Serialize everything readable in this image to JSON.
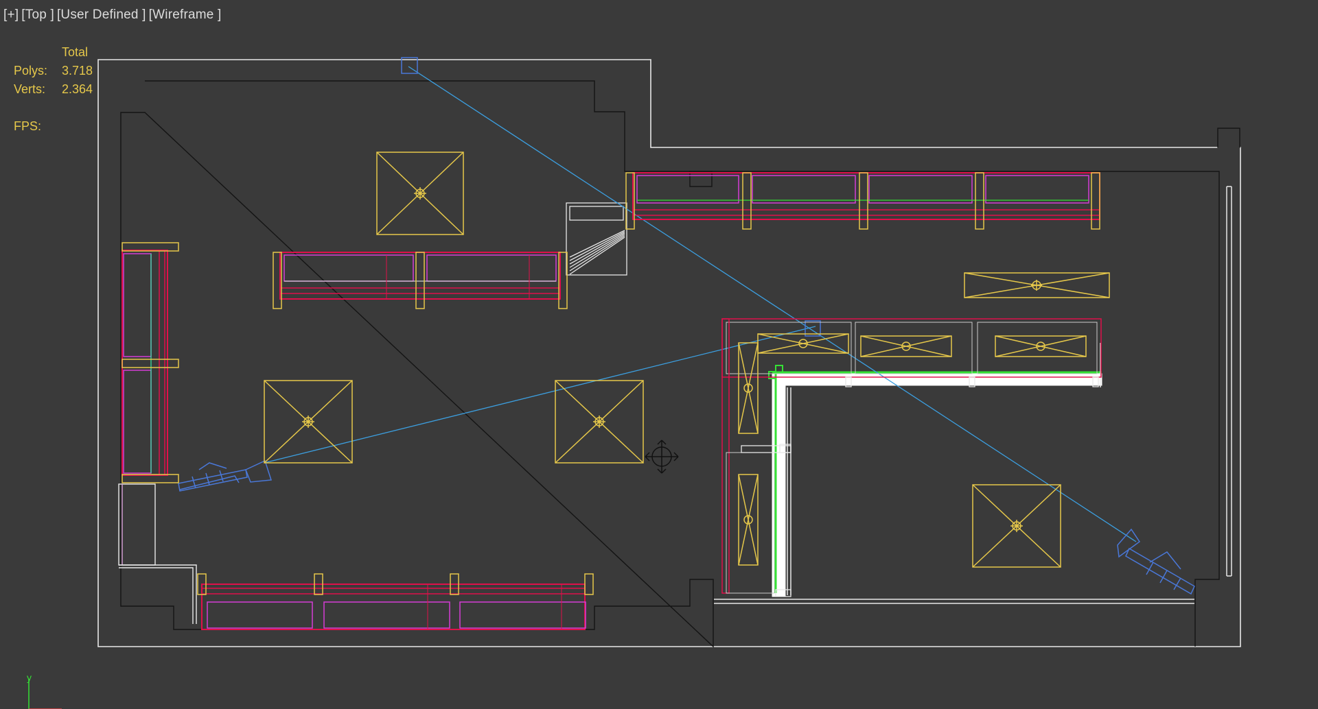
{
  "viewport": {
    "label_parts": [
      "[+]",
      "[Top ]",
      "[User Defined ]",
      "[Wireframe ]"
    ]
  },
  "stats": {
    "header": "Total",
    "polys_label": "Polys:",
    "polys_value": "3.718",
    "verts_label": "Verts:",
    "verts_value": "2.364",
    "fps_label": "FPS:"
  },
  "axis": {
    "y_label": "y"
  },
  "colors": {
    "background": "#3a3a3a",
    "walls_outer": "#e8e8e8",
    "walls_inner": "#111111",
    "light_objects": "#e6c84a",
    "furniture_red": "#e0104a",
    "furniture_magenta": "#d63cd6",
    "selection_green": "#35e035",
    "camera_blue": "#4a78d8",
    "camera_line": "#3c9fe0",
    "stats_text": "#e6c84a"
  }
}
